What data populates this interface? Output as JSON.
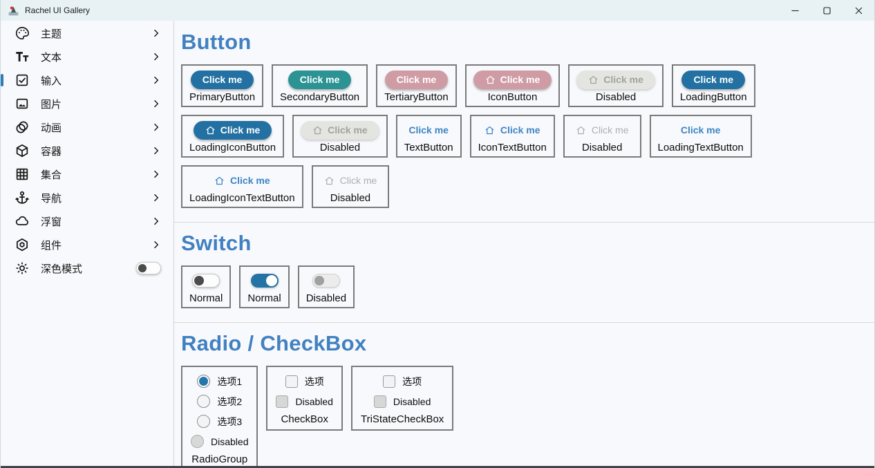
{
  "window": {
    "title": "Rachel UI Gallery",
    "controls": [
      {
        "icon": "minimize-icon"
      },
      {
        "icon": "maximize-icon"
      },
      {
        "icon": "close-icon"
      }
    ]
  },
  "sidebar": {
    "items": [
      {
        "label": "主题",
        "icon": "palette-icon"
      },
      {
        "label": "文本",
        "icon": "text-icon"
      },
      {
        "label": "输入",
        "icon": "checkbox-icon",
        "active": true
      },
      {
        "label": "图片",
        "icon": "image-icon"
      },
      {
        "label": "动画",
        "icon": "animation-icon"
      },
      {
        "label": "容器",
        "icon": "container-icon"
      },
      {
        "label": "集合",
        "icon": "grid-icon"
      },
      {
        "label": "导航",
        "icon": "anchor-icon"
      },
      {
        "label": "浮窗",
        "icon": "cloud-icon"
      },
      {
        "label": "组件",
        "icon": "component-icon"
      }
    ],
    "dark_mode": {
      "label": "深色模式",
      "icon": "sun-icon",
      "enabled": false
    }
  },
  "sections": {
    "button": {
      "title": "Button",
      "rows": [
        [
          {
            "name": "PrimaryButton",
            "text": "Click me",
            "variant": "primary",
            "icon": false
          },
          {
            "name": "SecondaryButton",
            "text": "Click me",
            "variant": "secondary",
            "icon": false
          },
          {
            "name": "TertiaryButton",
            "text": "Click me",
            "variant": "tertiary",
            "icon": false
          },
          {
            "name": "IconButton",
            "text": "Click me",
            "variant": "tertiary",
            "icon": true
          },
          {
            "name": "Disabled",
            "text": "Click me",
            "variant": "disabled",
            "icon": true
          },
          {
            "name": "LoadingButton",
            "text": "Click me",
            "variant": "primary",
            "icon": false
          }
        ],
        [
          {
            "name": "LoadingIconButton",
            "text": "Click me",
            "variant": "primary",
            "icon": true
          },
          {
            "name": "Disabled",
            "text": "Click me",
            "variant": "disabled",
            "icon": true
          },
          {
            "name": "TextButton",
            "text": "Click me",
            "variant": "text",
            "icon": false
          },
          {
            "name": "IconTextButton",
            "text": "Click me",
            "variant": "text",
            "icon": true
          },
          {
            "name": "Disabled",
            "text": "Click me",
            "variant": "text-disabled",
            "icon": true
          },
          {
            "name": "LoadingTextButton",
            "text": "Click me",
            "variant": "text",
            "icon": false
          }
        ],
        [
          {
            "name": "LoadingIconTextButton",
            "text": "Click me",
            "variant": "text",
            "icon": true
          },
          {
            "name": "Disabled",
            "text": "Click me",
            "variant": "text-disabled",
            "icon": true
          }
        ]
      ]
    },
    "switch": {
      "title": "Switch",
      "samples": [
        {
          "label": "Normal",
          "state": "off"
        },
        {
          "label": "Normal",
          "state": "on"
        },
        {
          "label": "Disabled",
          "state": "disabled"
        }
      ]
    },
    "radio_checkbox": {
      "title": "Radio / CheckBox",
      "groups": [
        {
          "label": "RadioGroup",
          "type": "radio",
          "options": [
            {
              "text": "选项1",
              "state": "selected"
            },
            {
              "text": "选项2",
              "state": "normal"
            },
            {
              "text": "选项3",
              "state": "normal"
            },
            {
              "text": "Disabled",
              "state": "disabled"
            }
          ]
        },
        {
          "label": "CheckBox",
          "type": "checkbox",
          "options": [
            {
              "text": "选项",
              "state": "normal"
            },
            {
              "text": "Disabled",
              "state": "disabled"
            }
          ]
        },
        {
          "label": "TriStateCheckBox",
          "type": "checkbox",
          "options": [
            {
              "text": "选项",
              "state": "normal"
            },
            {
              "text": "Disabled",
              "state": "disabled"
            }
          ]
        }
      ]
    }
  },
  "colors": {
    "accent_heading": "#4181c1",
    "primary_button": "#2371a3",
    "secondary_button": "#2b9394",
    "tertiary_button": "#cf9ca5",
    "disabled_button_bg": "#e4e4e0",
    "text_button": "#3d84c4",
    "switch_on": "#2573a5",
    "radio_selected": "#2277ad",
    "sidebar_active_bar": "#2e7cb8",
    "titlebar_bg": "#e8f2f5",
    "page_bg": "#f8f9fc"
  }
}
